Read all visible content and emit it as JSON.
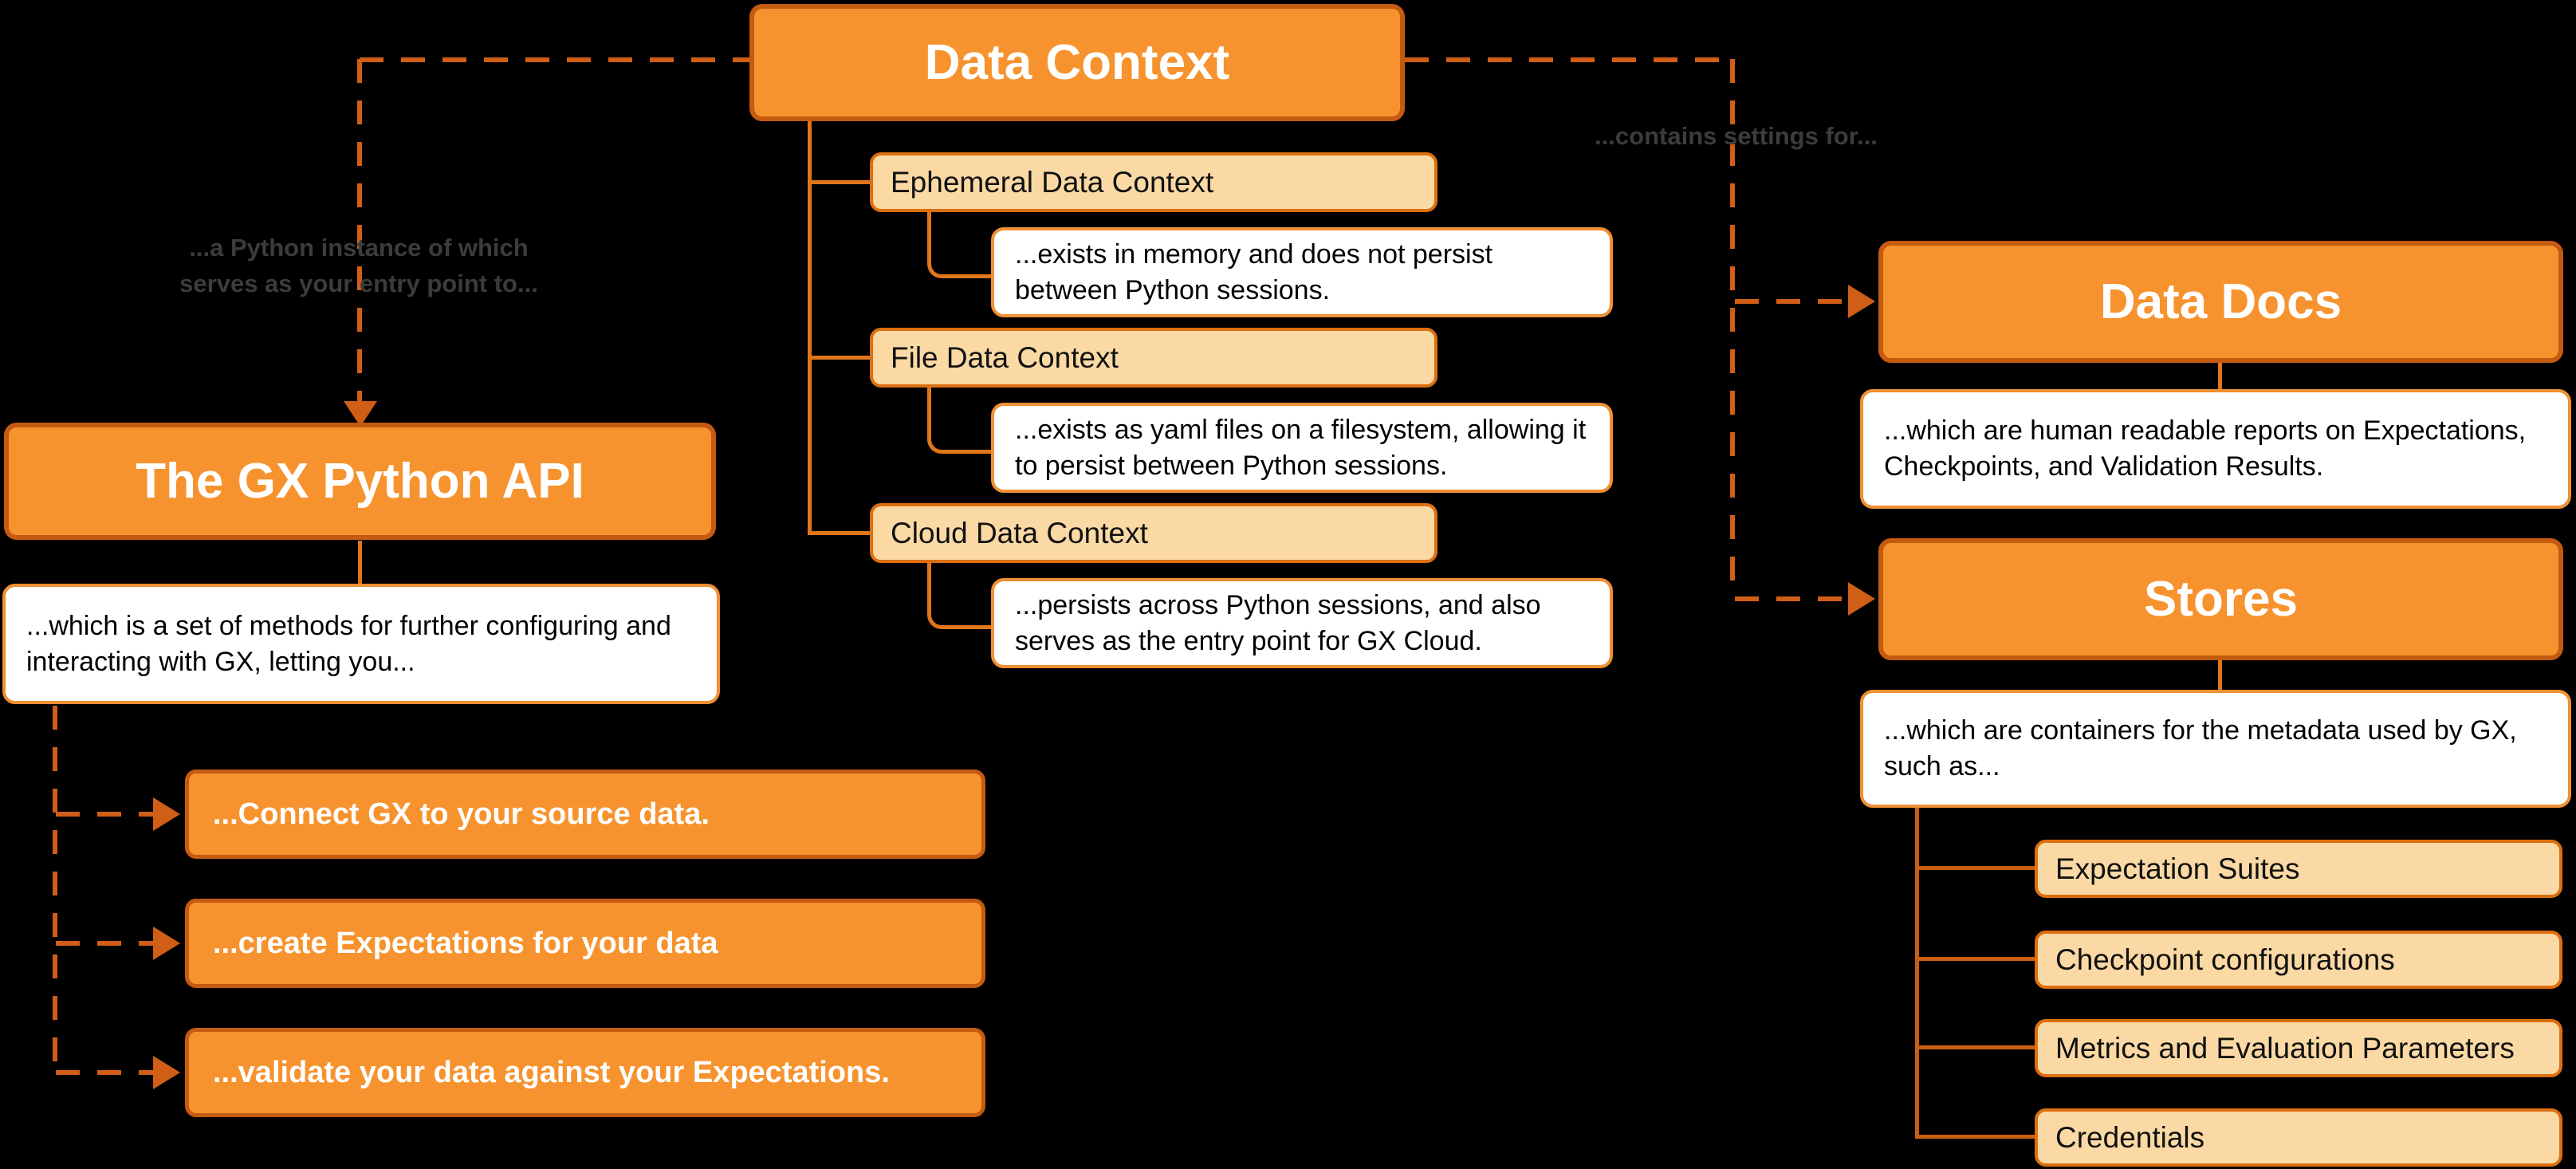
{
  "diagram": {
    "background": "#000000",
    "colors": {
      "background": "#000000",
      "node_fill": "#F7932E",
      "node_border": "#C55A11",
      "light_fill": "#FBD9A4",
      "light_border": "#DD6F10",
      "white_border": "#F09033",
      "connector": "#E0761C",
      "connector_dark": "#C95F12",
      "dash": "#D05E17",
      "annotation_text": "#3C3C3C"
    },
    "nodes": {
      "data_context": {
        "label": "Data Context"
      },
      "gx_api": {
        "label": "The GX Python API",
        "desc": "...which is a set of methods for further configuring and interacting with GX, letting you..."
      },
      "contexts": [
        {
          "label": "Ephemeral Data Context",
          "desc": "...exists in memory and does not persist between Python sessions."
        },
        {
          "label": "File Data Context",
          "desc": "...exists as yaml files on a filesystem, allowing it to persist between Python sessions."
        },
        {
          "label": "Cloud Data Context",
          "desc": "...persists across Python sessions, and also serves as the entry point for GX Cloud."
        }
      ],
      "actions": [
        {
          "label": "...Connect GX to your source data."
        },
        {
          "label": "...create Expectations for your data"
        },
        {
          "label": "...validate your data against your Expectations."
        }
      ],
      "data_docs": {
        "label": "Data Docs",
        "desc": "...which are human readable reports on Expectations, Checkpoints, and Validation Results."
      },
      "stores": {
        "label": "Stores",
        "desc": "...which are containers for the metadata used by GX, such as...",
        "items": [
          {
            "label": "Expectation Suites"
          },
          {
            "label": "Checkpoint configurations"
          },
          {
            "label": "Metrics and Evaluation Parameters"
          },
          {
            "label": "Credentials"
          }
        ]
      }
    },
    "annotations": {
      "entry_point": "...a Python instance of which\nserves as your entry point to...",
      "contains_settings": "...contains settings for..."
    }
  }
}
